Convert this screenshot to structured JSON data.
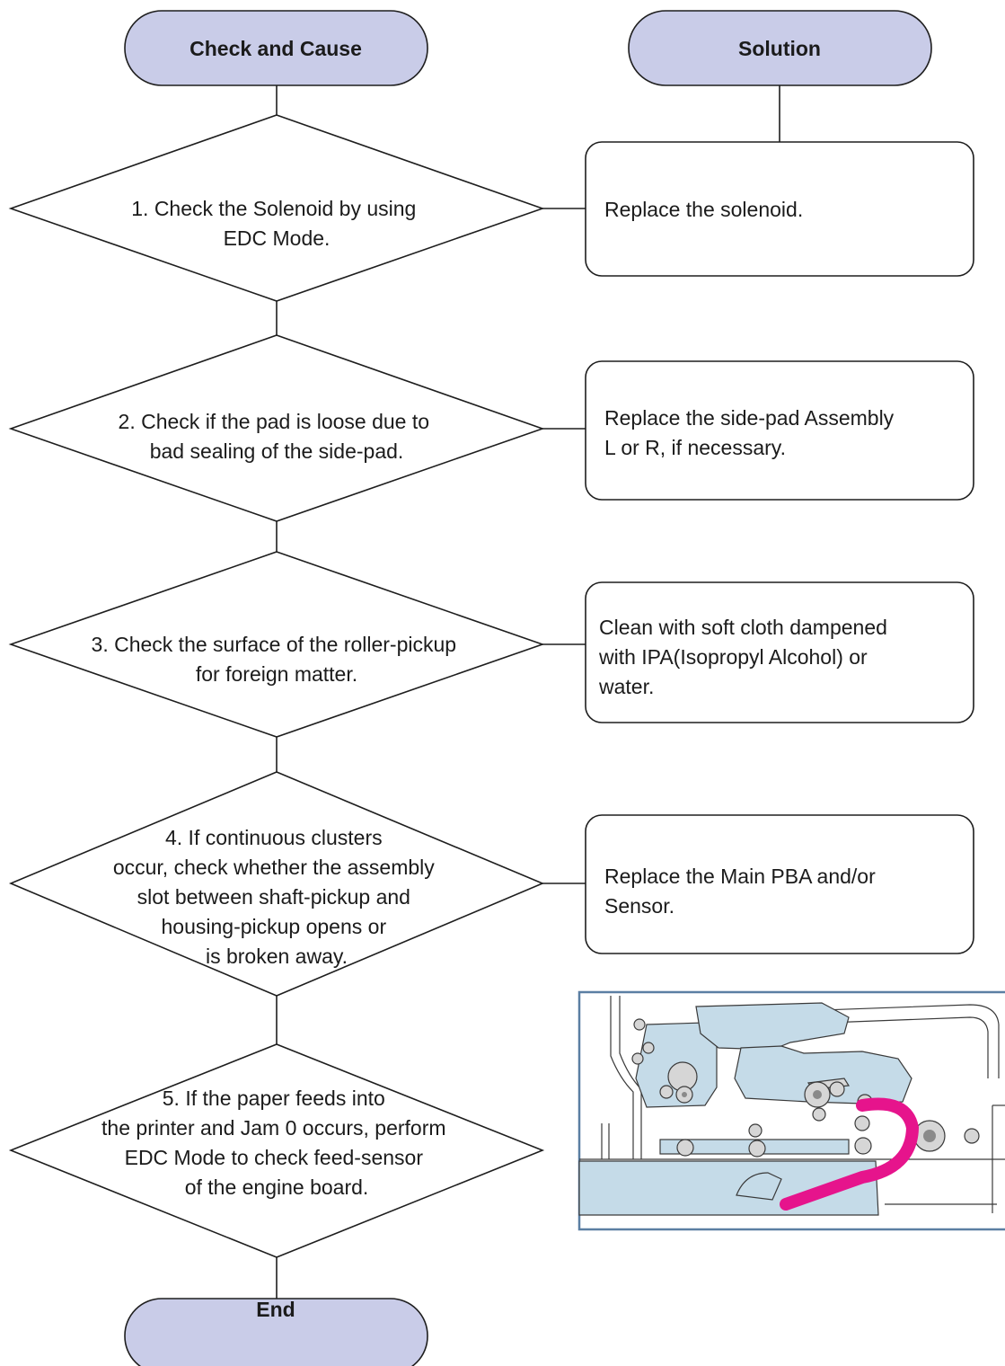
{
  "headers": {
    "check_label": "Check and Cause",
    "solution_label": "Solution",
    "end_label": "End"
  },
  "steps": [
    {
      "check_lines": [
        "1. Check the Solenoid by using",
        "EDC Mode."
      ],
      "solution_lines": [
        "Replace the solenoid."
      ]
    },
    {
      "check_lines": [
        "2. Check if the pad is loose due to",
        "bad sealing of the side-pad."
      ],
      "solution_lines": [
        "Replace the side-pad Assembly",
        "L or R, if necessary."
      ]
    },
    {
      "check_lines": [
        "3. Check the surface of the roller-pickup",
        "for foreign matter."
      ],
      "solution_lines": [
        "Clean with soft cloth dampened",
        "with IPA(Isopropyl Alcohol) or",
        "water."
      ]
    },
    {
      "check_lines": [
        "4. If continuous clusters",
        "occur, check whether the assembly",
        "slot between shaft-pickup and",
        "housing-pickup opens or",
        "is broken away."
      ],
      "solution_lines": [
        "Replace the Main PBA and/or",
        "Sensor."
      ]
    },
    {
      "check_lines": [
        "5. If the paper feeds into",
        "the printer and Jam 0 occurs, perform",
        "EDC Mode to check feed-sensor",
        "of the engine board."
      ],
      "solution_lines": []
    }
  ],
  "colors": {
    "pill_fill": "#c9cce8",
    "line": "#1e1e1e",
    "paper_path": "#e6148c",
    "part_fill": "#c5dbe8",
    "illustration_frame": "#5b7fa3"
  }
}
